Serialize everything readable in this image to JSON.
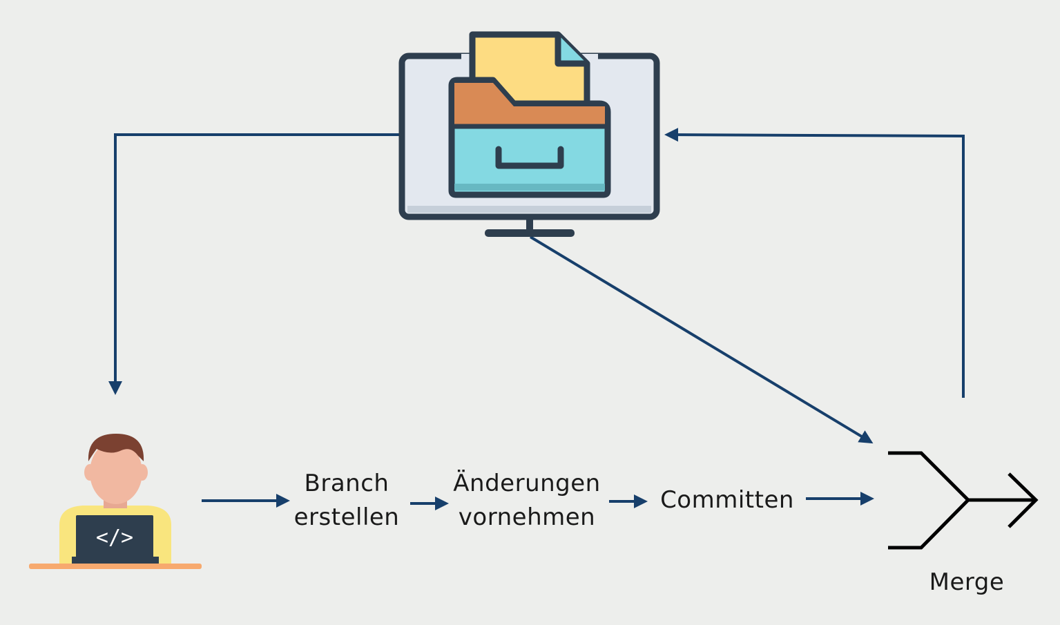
{
  "diagram": {
    "colors": {
      "background": "#EDEEEC",
      "arrow": "#173F6B",
      "merge_symbol": "#000000",
      "monitor_frame": "#2E3E4E",
      "monitor_screen": "#E3E8EF",
      "folder_tab": "#D98A55",
      "folder_body": "#84D9E2",
      "document": "#FDDC82",
      "laptop": "#2E3E4E",
      "person_shirt": "#F9E57E",
      "person_skin": "#F1B8A1",
      "person_hair": "#7B4131",
      "desk": "#F7A96E"
    },
    "icons": {
      "repository": "repository-folder-monitor-icon",
      "developer": "developer-laptop-icon",
      "merge": "merge-icon"
    },
    "steps": {
      "branch": [
        "Branch",
        "erstellen"
      ],
      "changes": [
        "Änderungen",
        "vornehmen"
      ],
      "commit": "Committen",
      "merge": "Merge"
    }
  }
}
